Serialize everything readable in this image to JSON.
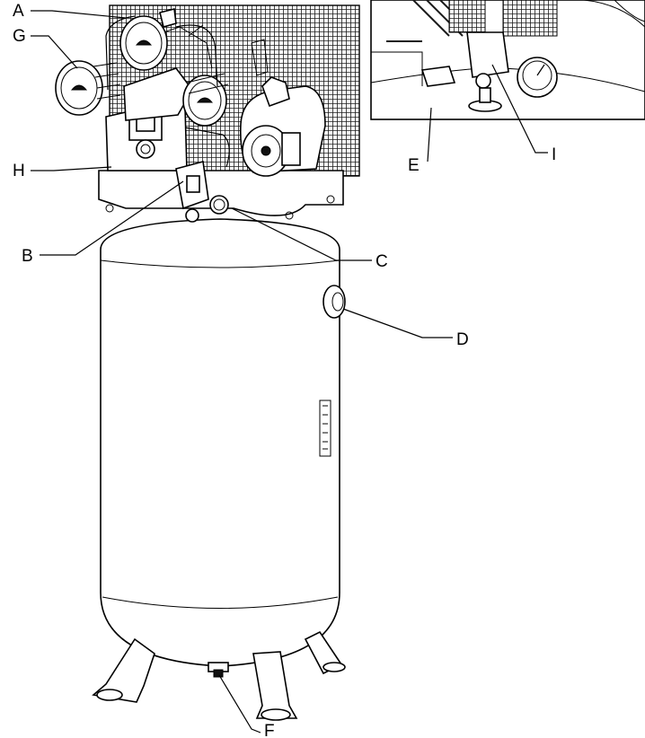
{
  "labels": {
    "A": "A",
    "G": "G",
    "H": "H",
    "B": "B",
    "C": "C",
    "D": "D",
    "E": "E",
    "I": "I",
    "F": "F"
  },
  "colors": {
    "line": "#000000",
    "background": "#ffffff",
    "hatch": "#1a1a1a"
  }
}
